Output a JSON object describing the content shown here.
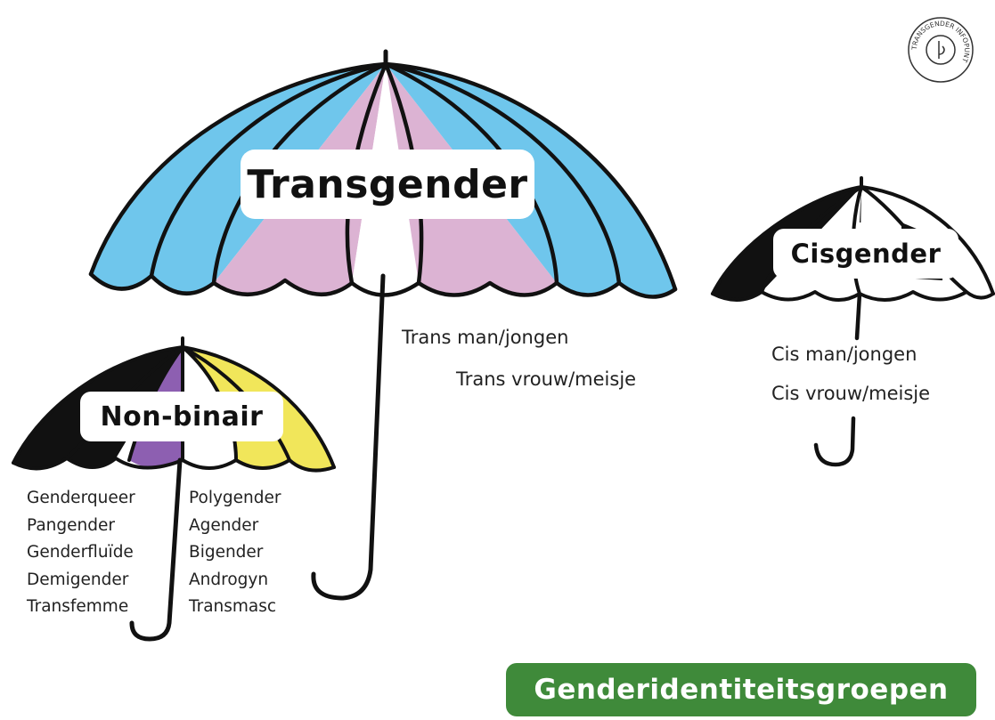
{
  "colors": {
    "trans_blue": "#6fc6ec",
    "trans_pink": "#dcb3d3",
    "white": "#ffffff",
    "black": "#111111",
    "nb_yellow": "#f1e65a",
    "nb_purple": "#8d5fb1",
    "footer_green": "#3f8a3a"
  },
  "logo": {
    "icon": "transgender-infopunt-logo",
    "text": "TRANSGENDER INFOPUNT"
  },
  "transgender": {
    "title": "Transgender",
    "items": [
      "Trans man/jongen",
      "Trans vrouw/meisje"
    ]
  },
  "cisgender": {
    "title": "Cisgender",
    "items": [
      "Cis man/jongen",
      "Cis vrouw/meisje"
    ]
  },
  "nonbinary": {
    "title": "Non-binair",
    "col1": [
      "Genderqueer",
      "Pangender",
      "Genderfluïde",
      "Demigender",
      "Transfemme"
    ],
    "col2": [
      "Polygender",
      "Agender",
      "Bigender",
      "Androgyn",
      "Transmasc"
    ]
  },
  "footer": {
    "title": "Genderidentiteitsgroepen"
  }
}
